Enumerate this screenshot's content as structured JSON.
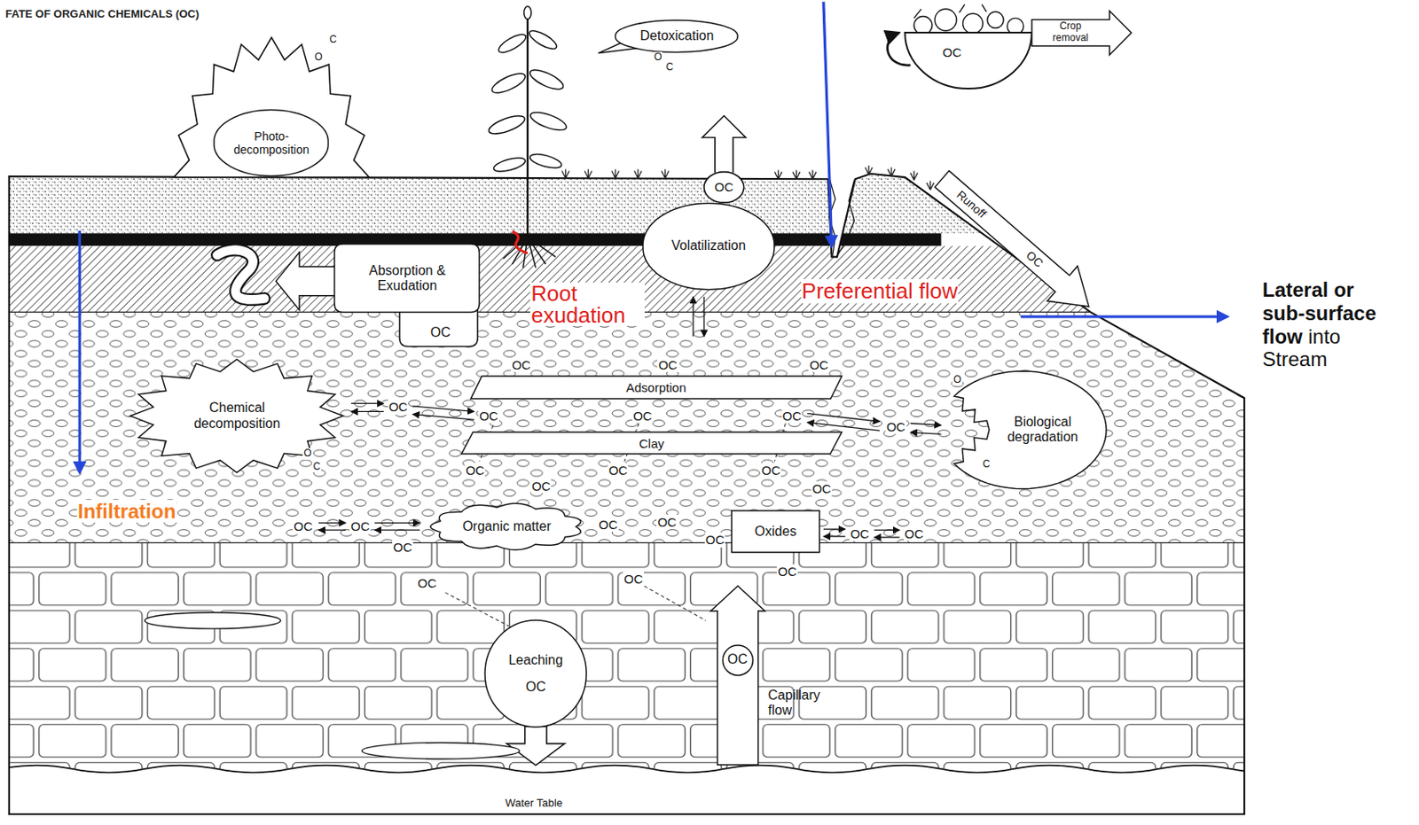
{
  "diagram": {
    "title": "FATE OF ORGANIC CHEMICALS (OC)",
    "nodes": [
      {
        "text": [
          "Photo- decomposition"
        ]
      },
      {
        "text": [
          "Detoxication"
        ]
      },
      {
        "text": [
          "Crop removal"
        ]
      },
      {
        "text": [
          "Absorption & Exudation",
          "OC"
        ]
      },
      {
        "text": [
          "Volatilization"
        ]
      },
      {
        "text": [
          "Runoff",
          "OC"
        ]
      },
      {
        "text": [
          "Chemical decomposition"
        ]
      },
      {
        "text": [
          "Adsorption"
        ]
      },
      {
        "text": [
          "Clay"
        ]
      },
      {
        "text": [
          "Biological degradation"
        ]
      },
      {
        "text": [
          "Organic matter"
        ]
      },
      {
        "text": [
          "Oxides"
        ]
      },
      {
        "text": [
          "Leaching",
          "OC"
        ]
      },
      {
        "text": [
          "OC",
          "Capillary flow"
        ]
      }
    ],
    "labels": [
      "C",
      "O",
      "O",
      "C",
      "OC",
      "OC",
      "Root exudation",
      "Preferential flow",
      "Lateral or sub-surface flow",
      "into Stream",
      "OC",
      "OC",
      "OC",
      "OC",
      "OC",
      "OC",
      "OC",
      "OC",
      "O",
      "C",
      "O",
      "C",
      "OC",
      "OC",
      "OC",
      "OC",
      "OC",
      "Infiltration",
      "OC",
      "OC",
      "OC",
      "OC",
      "OC",
      "OC",
      "OC",
      "OC",
      "OC",
      "OC",
      "OC",
      "Water Table"
    ]
  }
}
